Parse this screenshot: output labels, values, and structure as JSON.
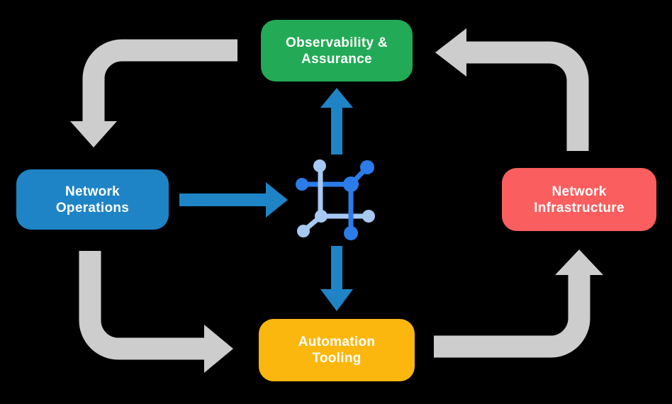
{
  "diagram_title": "network-automation-cycle",
  "background_color": "#000000",
  "boxes": [
    {
      "name": "observability-assurance",
      "lines": [
        "Observability &",
        "Assurance"
      ],
      "color": "#23AA56"
    },
    {
      "name": "network-operations",
      "lines": [
        "Network",
        "Operations"
      ],
      "color": "#1E84C6"
    },
    {
      "name": "network-infrastructure",
      "lines": [
        "Network",
        "Infrastructure"
      ],
      "color": "#FA5E5E"
    },
    {
      "name": "automation-tooling",
      "lines": [
        "Automation",
        "Tooling"
      ],
      "color": "#FCB70E"
    }
  ],
  "center_icon": {
    "name": "network-automation-icon",
    "dark_blue": "#2B7CE9",
    "light_blue": "#A6C8F2"
  },
  "arrows": {
    "gray_color": "#CDCDCD",
    "blue_color": "#1E84C6",
    "gray_flows": [
      {
        "from": "observability-assurance",
        "to": "network-operations"
      },
      {
        "from": "network-operations",
        "to": "automation-tooling"
      },
      {
        "from": "automation-tooling",
        "to": "network-infrastructure"
      },
      {
        "from": "network-infrastructure",
        "to": "observability-assurance"
      }
    ],
    "blue_flows": [
      {
        "from": "network-operations",
        "to": "center-icon"
      },
      {
        "from": "center-icon",
        "to": "observability-assurance"
      },
      {
        "from": "center-icon",
        "to": "automation-tooling"
      }
    ]
  }
}
